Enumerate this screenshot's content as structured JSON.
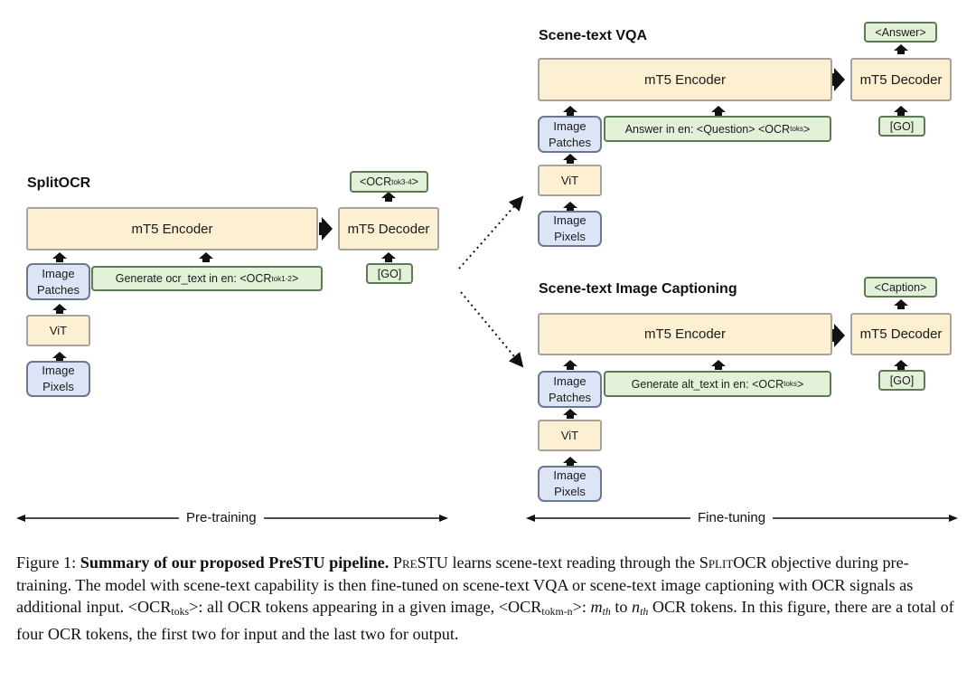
{
  "splitocr": {
    "title": "SplitOCR",
    "encoder": "mT5 Encoder",
    "decoder": "mT5 Decoder",
    "image_patches": "Image Patches",
    "vit": "ViT",
    "image_pixels": "Image Pixels",
    "prompt_prefix": "Generate ocr_text in en: <OCR",
    "prompt_sub": "tok1-2",
    "prompt_suffix": ">",
    "go": "[GO]",
    "output_prefix": "<OCR",
    "output_sub": "tok3-4",
    "output_suffix": ">"
  },
  "vqa": {
    "title": "Scene-text VQA",
    "encoder": "mT5 Encoder",
    "decoder": "mT5 Decoder",
    "image_patches": "Image Patches",
    "vit": "ViT",
    "image_pixels": "Image Pixels",
    "prompt_prefix": "Answer in en: <Question> <OCR",
    "prompt_sub": "toks",
    "prompt_suffix": ">",
    "go": "[GO]",
    "output": "<Answer>"
  },
  "captioning": {
    "title": "Scene-text Image Captioning",
    "encoder": "mT5 Encoder",
    "decoder": "mT5 Decoder",
    "image_patches": "Image Patches",
    "vit": "ViT",
    "image_pixels": "Image Pixels",
    "prompt_prefix": "Generate alt_text in en: <OCR",
    "prompt_sub": "toks",
    "prompt_suffix": ">",
    "go": "[GO]",
    "output": "<Caption>"
  },
  "phases": {
    "pretraining": "Pre-training",
    "finetuning": "Fine-tuning"
  },
  "caption": {
    "label": "Figure 1:",
    "bold": "Summary of our proposed PreSTU pipeline.",
    "pre": "PreSTU",
    "t1": " learns scene-text reading through the ",
    "splitocr": "SplitOCR",
    "t2": " objective during pre-training. The model with scene-text capability is then fine-tuned on scene-text VQA or scene-text image captioning with OCR signals as additional input. <OCR",
    "sub1": "toks",
    "t3": ">: all OCR tokens appearing in a given image, <OCR",
    "sub2": "tokm-n",
    "t4": ">: ",
    "m": "m",
    "th1": "th",
    "to": " to ",
    "n": "n",
    "th2": "th",
    "t5": " OCR tokens. In this figure, there are a total of four OCR tokens, the first two for input and the last two for output."
  },
  "colors": {
    "encoder_fill": "#fcefd2",
    "blue_fill": "#dde4f5",
    "green_fill": "#e4f1d9"
  }
}
